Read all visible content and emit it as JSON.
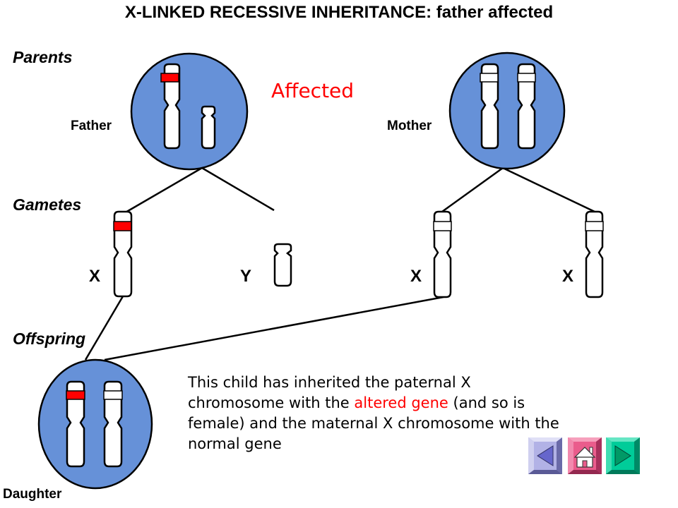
{
  "title": "X-LINKED RECESSIVE INHERITANCE: father affected",
  "sections": {
    "parents": "Parents",
    "gametes": "Gametes",
    "offspring": "Offspring"
  },
  "people": {
    "father": "Father",
    "mother": "Mother",
    "daughter": "Daughter"
  },
  "status": "Affected",
  "gametes": {
    "father_x": "X",
    "father_y": "Y",
    "mother_x1": "X",
    "mother_x2": "X"
  },
  "explanation": {
    "part1": "This child has inherited the paternal X chromosome with the ",
    "highlight": "altered gene",
    "part2": " (and so is female) and the maternal X chromosome with the normal gene"
  },
  "colors": {
    "cell_fill": "#6691d8",
    "altered_gene": "#ff0000",
    "normal_gene": "#ffffff",
    "nav_back": "#b2b2e6",
    "nav_home": "#ea5c8c",
    "nav_forward": "#00cc99"
  },
  "nav": {
    "back_icon": "triangle-left-icon",
    "home_icon": "home-icon",
    "forward_icon": "triangle-right-icon"
  }
}
